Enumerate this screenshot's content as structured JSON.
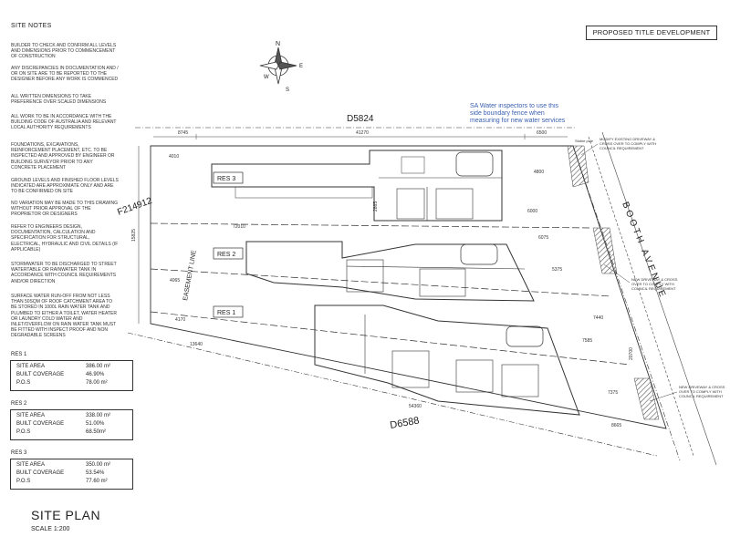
{
  "site_notes_title": "SITE NOTES",
  "notes": [
    "BUILDER TO CHECK AND CONFIRM ALL LEVELS AND DIMENSIONS PRIOR TO COMMENCEMENT OF CONSTRUCTION",
    "ANY DISCREPANCIES IN DOCUMENTATION AND / OR ON SITE ARE TO BE REPORTED TO THE DESIGNER BEFORE ANY WORK IS COMMENCED",
    "ALL WRITTEN DIMENSIONS TO TAKE PREFERENCE OVER SCALED DIMENSIONS",
    "ALL WORK TO BE IN ACCORDANCE WITH THE BUILDING CODE OF AUSTRALIA AND RELEVANT LOCAL AUTHORITY REQUIREMENTS",
    "FOUNDATIONS, EXCAVATIONS, REINFORCEMENT PLACEMENT, ETC. TO BE INSPECTED AND APPROVED BY ENGINEER OR BUILDING SURVEYOR PRIOR TO ANY CONCRETE PLACEMENT",
    "GROUND LEVELS AND FINISHED FLOOR LEVELS INDICATED ARE APPROXIMATE ONLY AND ARE TO BE CONFIRMED ON SITE",
    "NO VARIATION MAY BE MADE TO THIS DRAWING WITHOUT PRIOR APPROVAL OF THE PROPRIETOR OR DESIGNERS",
    "REFER TO ENGINEERS DESIGN, DOCUMENTATION, CALCULATION AND SPECIFICATION FOR STRUCTURAL, ELECTRICAL, HYDRAULIC AND CIVIL DETAILS (IF APPLICABLE)",
    "STORMWATER TO BE DISCHARGED TO STREET WATERTABLE OR RAINWATER TANK IN ACCORDANCE WITH COUNCIL REQUIREMENTS AND/OR DIRECTION",
    "SURFACE WATER RUN-OFF FROM NOT LESS THAN 50sqm OF ROOF CATCHMENT AREA TO BE STORED IN 1000L RAIN WATER TANK AND PLUMBED TO EITHER A TOILET, WATER HEATER OR LAUNDRY COLD WATER AND INLET/OVERFLOW ON RAIN WATER TANK MUST BE FITTED WITH INSPECT PROOF AND NON DEGRADABLE SCREENS"
  ],
  "title_box": "PROPOSED TITLE DEVELOPMENT",
  "compass": {
    "n": "N",
    "e": "E",
    "s": "S",
    "w": "W"
  },
  "residences": [
    {
      "heading": "RES 1",
      "site_area_label": "SITE AREA",
      "site_area": "386.00 m²",
      "coverage_label": "BUILT COVERAGE",
      "coverage": "46.90%",
      "pos_label": "P.O.S",
      "pos": "78.00 m²"
    },
    {
      "heading": "RES 2",
      "site_area_label": "SITE AREA",
      "site_area": "338.00 m²",
      "coverage_label": "BUILT COVERAGE",
      "coverage": "51.00%",
      "pos_label": "P.O.S",
      "pos": "68.50m²"
    },
    {
      "heading": "RES 3",
      "site_area_label": "SITE AREA",
      "site_area": "350.00 m²",
      "coverage_label": "BUILT COVERAGE",
      "coverage": "53.54%",
      "pos_label": "P.O.S",
      "pos": "77.60 m²"
    }
  ],
  "plan": {
    "d5824": "D5824",
    "d6588": "D6588",
    "f214912": "F214912",
    "street": "BOOTH AVENUE",
    "easement": "EASEMENT LINE",
    "res_labels": [
      "RES 3",
      "RES 2",
      "RES 1"
    ],
    "water_note": "SA Water inspectors to use this side boundary fence when measuring for new water services",
    "modify_note": "MODIFY EXISTING DRIVEWAY & CROSS OVER TO COMPLY WITH COUNCIL REQUIREMENT",
    "new_driveway_note_1": "NEW DRIVEWAY & CROSS OVER TO COMPLY WITH COUNCIL REQUIREMENT",
    "new_driveway_note_2": "NEW DRIVEWAY & CROSS OVER TO COMPLY WITH COUNCIL REQUIREMENT",
    "stobie": "Stobie pole",
    "dims": {
      "top_total": "41270",
      "top_left": "8745",
      "top_right": "6500",
      "d4010": "4010",
      "d4800": "4800",
      "d6000": "6000",
      "d2865": "2865",
      "d72010": "72010",
      "d6075": "6075",
      "d5375": "5375",
      "d4065": "4065",
      "d4170": "4170",
      "d7440": "7440",
      "d7585": "7585",
      "d13640": "13640",
      "d7375": "7375",
      "d54360": "54360",
      "d8665": "8665",
      "left_side": "15825",
      "right_side": "20700"
    }
  },
  "site_plan_title": "SITE PLAN",
  "scale": "SCALE 1:200"
}
